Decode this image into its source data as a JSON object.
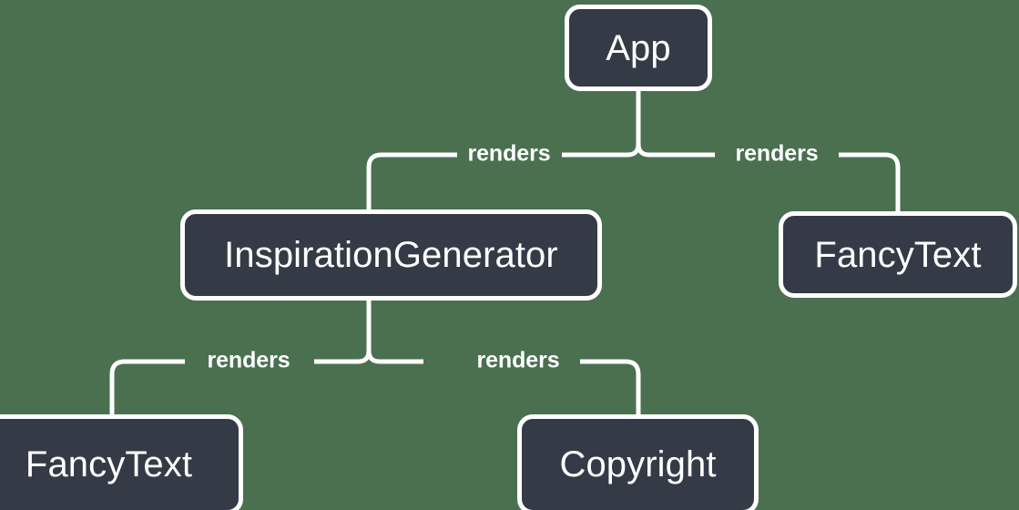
{
  "diagram": {
    "type": "component-tree",
    "background_color": "#4a7050",
    "node_fill_color": "#343b47",
    "node_border_color": "#ffffff",
    "text_color": "#ffffff",
    "nodes": [
      {
        "id": "app",
        "label": "App"
      },
      {
        "id": "inspiration",
        "label": "InspirationGenerator"
      },
      {
        "id": "fancytext_right",
        "label": "FancyText"
      },
      {
        "id": "fancytext_bottom",
        "label": "FancyText"
      },
      {
        "id": "copyright",
        "label": "Copyright"
      }
    ],
    "edges": [
      {
        "from": "app",
        "to": "inspiration",
        "label": "renders"
      },
      {
        "from": "app",
        "to": "fancytext_right",
        "label": "renders"
      },
      {
        "from": "inspiration",
        "to": "fancytext_bottom",
        "label": "renders"
      },
      {
        "from": "inspiration",
        "to": "copyright",
        "label": "renders"
      }
    ]
  }
}
